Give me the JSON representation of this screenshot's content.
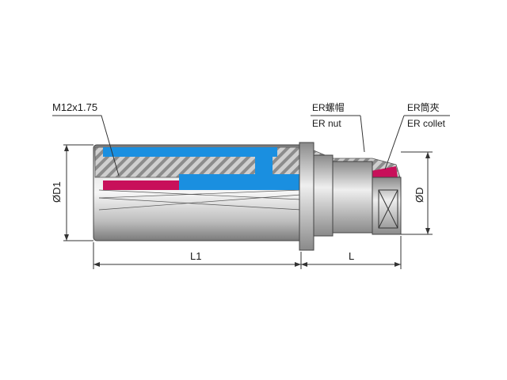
{
  "labels": {
    "thread": "M12x1.75",
    "er_nut_cn": "ER螺帽",
    "er_nut_en": "ER nut",
    "er_collet_cn": "ER筒夾",
    "er_collet_en": "ER collet",
    "shank_diameter": "ØD1",
    "nose_diameter": "ØD",
    "shank_length": "L1",
    "nose_length": "L"
  },
  "colors": {
    "coolant_channel": "#1a8fe0",
    "collet_taper": "#c8105a",
    "section_hatch": "#8a8a8a",
    "body_steel": "#b8b8b8"
  }
}
